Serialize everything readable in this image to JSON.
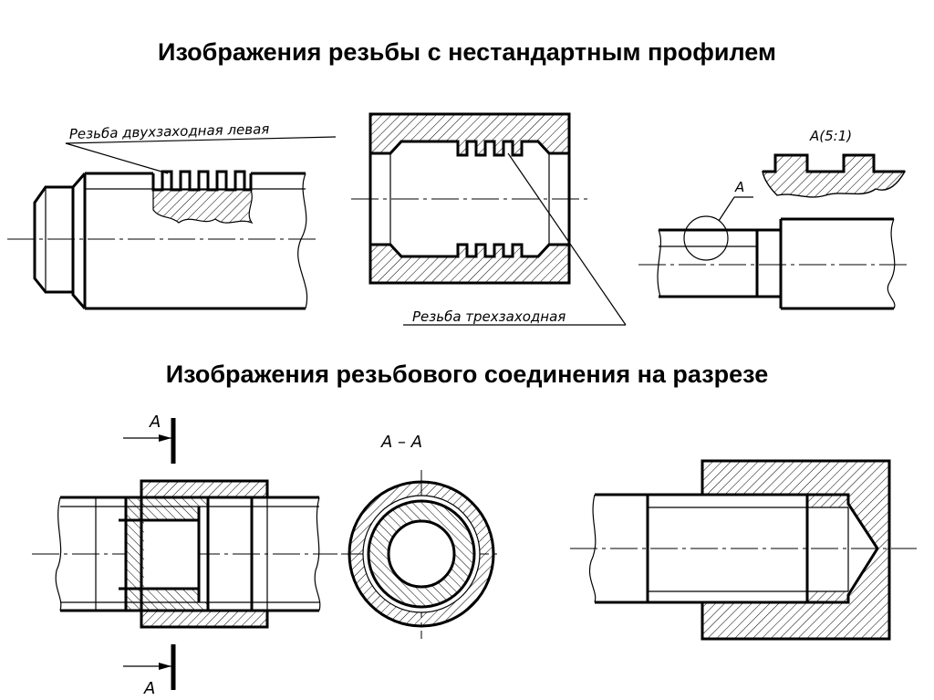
{
  "titles": {
    "top": "Изображения резьбы с нестандартным профилем",
    "bottom": "Изображения резьбового соединения на разрезе"
  },
  "labels": {
    "two_start_left": "Резьба двухзаходная левая",
    "three_start": "Резьба трехзаходная",
    "detail_ref": "A(5:1)",
    "detail_marker": "A",
    "section_title": "A – A",
    "section_arrow_top": "A",
    "section_arrow_bottom": "A"
  }
}
